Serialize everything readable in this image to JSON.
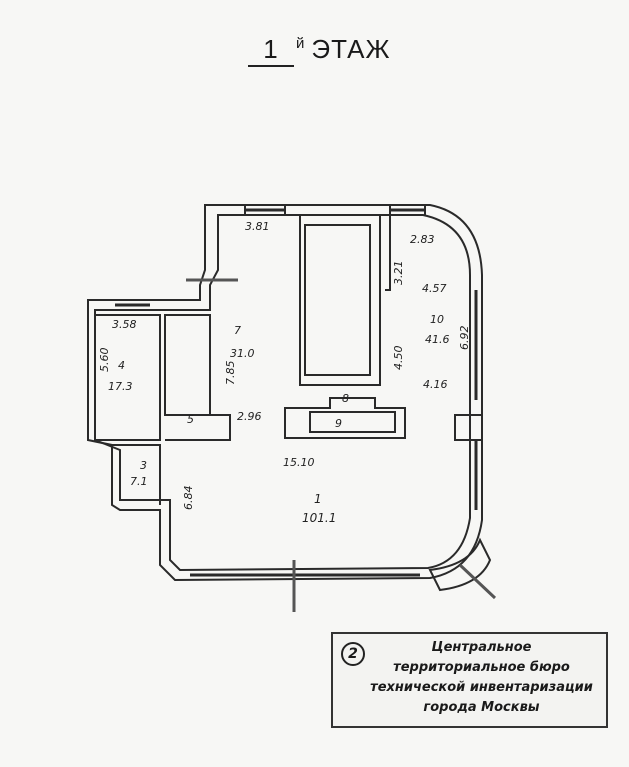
{
  "title": {
    "number": "1",
    "suffix": "й",
    "word": "ЭТАЖ"
  },
  "rooms": [
    {
      "id": "room-1",
      "number": "1",
      "area": "101.1"
    },
    {
      "id": "room-3",
      "number": "3",
      "area": "7.1"
    },
    {
      "id": "room-4",
      "number": "4",
      "area": "17.3"
    },
    {
      "id": "room-5",
      "number": "5"
    },
    {
      "id": "room-7",
      "number": "7",
      "area": "31.0"
    },
    {
      "id": "room-8",
      "number": "8"
    },
    {
      "id": "room-9",
      "number": "9"
    },
    {
      "id": "room-10",
      "number": "10",
      "area": "41.6"
    }
  ],
  "dimensions": [
    "3.81",
    "3.21",
    "2.83",
    "4.57",
    "6.92",
    "3.58",
    "5.60",
    "7.85",
    "4.50",
    "2.96",
    "4.16",
    "15.10",
    "6.84"
  ],
  "stamp": {
    "number": "2",
    "lines": [
      "Центральное",
      "территориальное бюро",
      "технической инвентаризации",
      "города Москвы"
    ]
  }
}
